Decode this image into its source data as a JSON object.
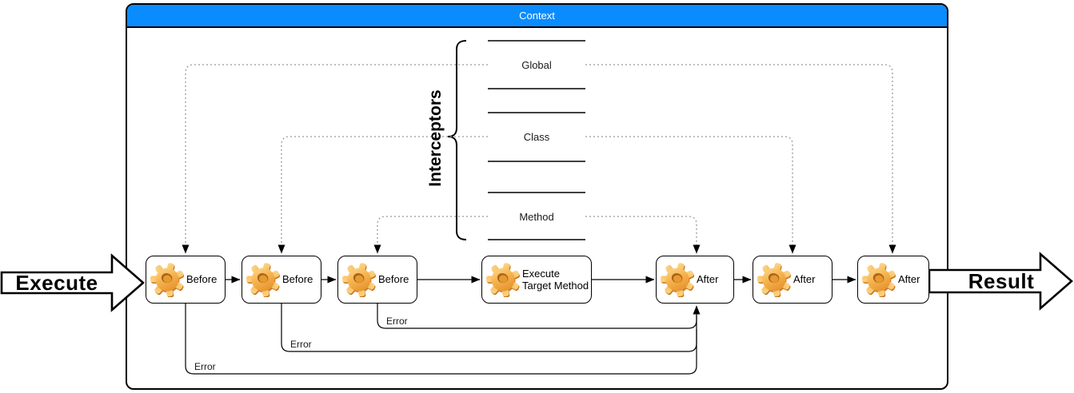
{
  "context": {
    "title": "Context"
  },
  "flow": {
    "input_label": "Execute",
    "output_label": "Result"
  },
  "interceptors": {
    "label": "Interceptors",
    "groups": [
      {
        "label": "Global"
      },
      {
        "label": "Class"
      },
      {
        "label": "Method"
      }
    ]
  },
  "nodes": [
    {
      "label": "Before",
      "icon": "gear-icon"
    },
    {
      "label": "Before",
      "icon": "gear-icon"
    },
    {
      "label": "Before",
      "icon": "gear-icon"
    },
    {
      "label": "Execute Target Method",
      "icon": "gear-icon"
    },
    {
      "label": "After",
      "icon": "gear-icon"
    },
    {
      "label": "After",
      "icon": "gear-icon"
    },
    {
      "label": "After",
      "icon": "gear-icon"
    }
  ],
  "errors": [
    {
      "label": "Error"
    },
    {
      "label": "Error"
    },
    {
      "label": "Error"
    }
  ],
  "colors": {
    "header_blue": "#0a8cff",
    "gear_orange": "#f0a53e",
    "connector_gray": "#999999",
    "line_black": "#000000"
  }
}
